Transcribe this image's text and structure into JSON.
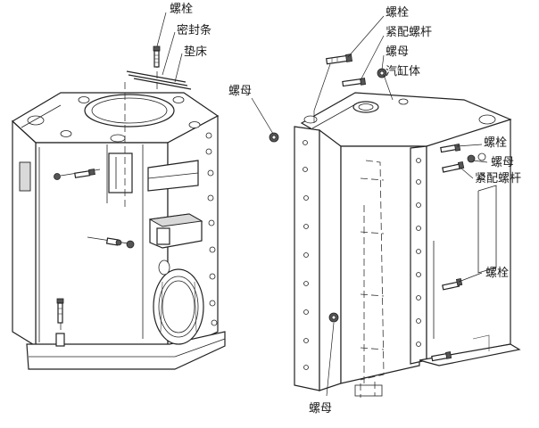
{
  "labels": {
    "left_bolt": "螺栓",
    "left_seal": "密封条",
    "left_pad": "垫床",
    "left_nut": "螺母",
    "right_bolt_top": "螺栓",
    "right_fitted_bolt_top": "紧配螺杆",
    "right_nut_top": "螺母",
    "right_cylinder_block": "汽缸体",
    "right_bolt_side": "螺栓",
    "right_nut_side": "螺母",
    "right_fitted_bolt_side": "紧配螺杆",
    "right_bolt_lower": "螺栓",
    "right_nut_bottom": "螺母"
  },
  "icons": {
    "bolt": "bolt-icon",
    "nut": "nut-icon",
    "seal": "seal-strip-icon"
  }
}
